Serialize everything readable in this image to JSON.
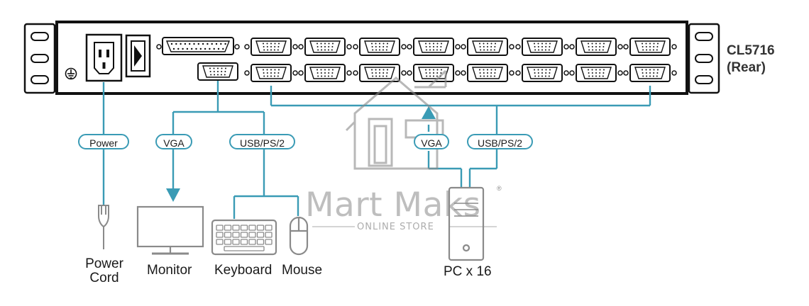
{
  "device": {
    "model": "CL5716",
    "view": "(Rear)"
  },
  "connectors": {
    "power": "Power",
    "vga_console": "VGA",
    "usb_console": "USB/PS/2",
    "vga_pc": "VGA",
    "usb_pc": "USB/PS/2"
  },
  "devices": {
    "power_cord_line1": "Power",
    "power_cord_line2": "Cord",
    "monitor": "Monitor",
    "keyboard": "Keyboard",
    "mouse": "Mouse",
    "pc": "PC x 16"
  },
  "watermark": {
    "brand": "Mart Maks",
    "tagline": "ONLINE STORE",
    "registered": "®"
  },
  "colors": {
    "cable": "#3a9bb5",
    "line": "#111111",
    "device": "#8a8a8a",
    "watermark": "#8a8a8a"
  },
  "icons": [
    "power-inlet-icon",
    "power-switch-icon",
    "ground-icon",
    "db25-port-icon",
    "vga-port-icon",
    "power-plug-icon",
    "monitor-icon",
    "keyboard-icon",
    "mouse-icon",
    "pc-tower-icon",
    "house-logo-icon"
  ]
}
